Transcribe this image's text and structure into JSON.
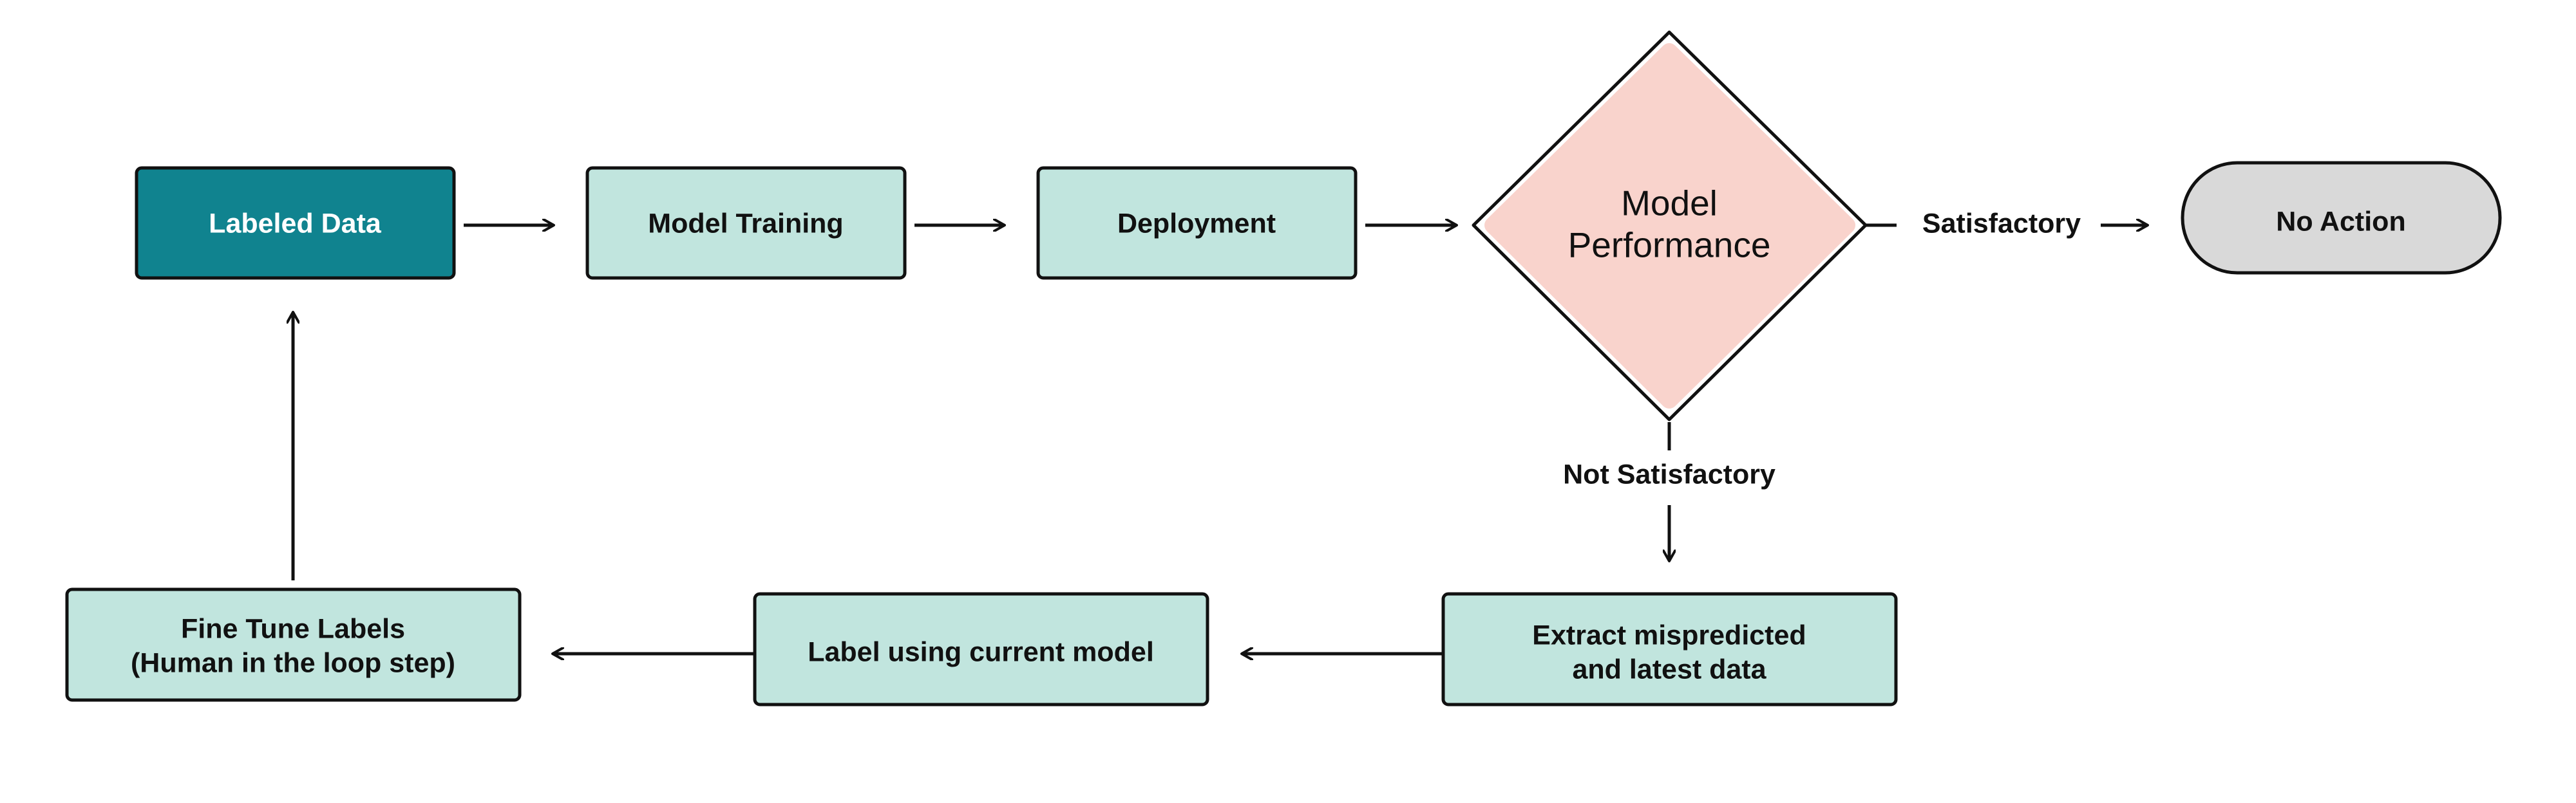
{
  "colors": {
    "stroke": "#111111",
    "primary_fill": "#10838f",
    "process_fill": "#c1e5de",
    "decision_fill": "#f9d3cc",
    "terminal_fill": "#d9d9d9",
    "primary_text": "#ffffff",
    "text": "#111111"
  },
  "nodes": {
    "labeled_data": "Labeled Data",
    "model_training": "Model Training",
    "deployment": "Deployment",
    "model_performance": [
      "Model",
      "Performance"
    ],
    "no_action": "No Action",
    "extract": [
      "Extract mispredicted",
      "and latest data"
    ],
    "label_current": "Label using current model",
    "fine_tune": [
      "Fine Tune Labels",
      "(Human in the loop step)"
    ]
  },
  "edges": {
    "satisfactory": "Satisfactory",
    "not_satisfactory": "Not Satisfactory"
  }
}
